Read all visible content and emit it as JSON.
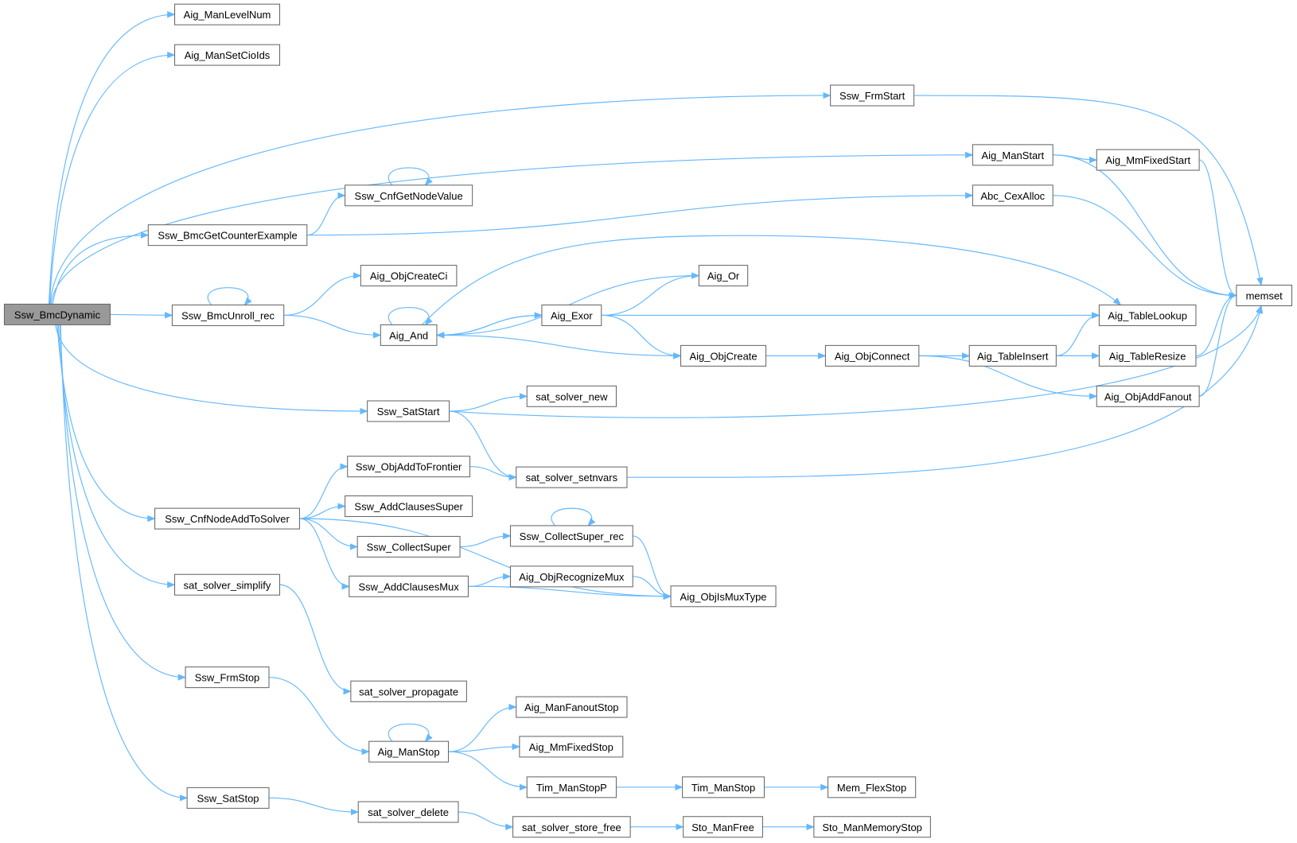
{
  "title": "Ssw_BmcDynamic call graph",
  "colors": {
    "edge": "#63B8FF",
    "root_fill": "#999999",
    "node_border": "#666666"
  },
  "nodes": [
    {
      "id": "root",
      "label": "Ssw_BmcDynamic",
      "root": true
    },
    {
      "id": "levelnum",
      "label": "Aig_ManLevelNum"
    },
    {
      "id": "setcioids",
      "label": "Aig_ManSetCioIds"
    },
    {
      "id": "frmstart",
      "label": "Ssw_FrmStart"
    },
    {
      "id": "manstart",
      "label": "Aig_ManStart"
    },
    {
      "id": "mmfixedstart",
      "label": "Aig_MmFixedStart"
    },
    {
      "id": "cnfgetnodevalue",
      "label": "Ssw_CnfGetNodeValue"
    },
    {
      "id": "cexalloc",
      "label": "Abc_CexAlloc"
    },
    {
      "id": "getcex",
      "label": "Ssw_BmcGetCounterExample"
    },
    {
      "id": "objcreateci",
      "label": "Aig_ObjCreateCi"
    },
    {
      "id": "or",
      "label": "Aig_Or"
    },
    {
      "id": "memset",
      "label": "memset"
    },
    {
      "id": "unroll",
      "label": "Ssw_BmcUnroll_rec"
    },
    {
      "id": "exor",
      "label": "Aig_Exor"
    },
    {
      "id": "tablelookup",
      "label": "Aig_TableLookup"
    },
    {
      "id": "and",
      "label": "Aig_And"
    },
    {
      "id": "objcreate",
      "label": "Aig_ObjCreate"
    },
    {
      "id": "objconnect",
      "label": "Aig_ObjConnect"
    },
    {
      "id": "tableinsert",
      "label": "Aig_TableInsert"
    },
    {
      "id": "tableresize",
      "label": "Aig_TableResize"
    },
    {
      "id": "satnew",
      "label": "sat_solver_new"
    },
    {
      "id": "addfanout",
      "label": "Aig_ObjAddFanout"
    },
    {
      "id": "satstart",
      "label": "Ssw_SatStart"
    },
    {
      "id": "frontier",
      "label": "Ssw_ObjAddToFrontier"
    },
    {
      "id": "setnvars",
      "label": "sat_solver_setnvars"
    },
    {
      "id": "clsuper",
      "label": "Ssw_AddClausesSuper"
    },
    {
      "id": "cnfnode",
      "label": "Ssw_CnfNodeAddToSolver"
    },
    {
      "id": "collectrec",
      "label": "Ssw_CollectSuper_rec"
    },
    {
      "id": "collect",
      "label": "Ssw_CollectSuper"
    },
    {
      "id": "recmux",
      "label": "Aig_ObjRecognizeMux"
    },
    {
      "id": "clmux",
      "label": "Ssw_AddClausesMux"
    },
    {
      "id": "simplify",
      "label": "sat_solver_simplify"
    },
    {
      "id": "ismux",
      "label": "Aig_ObjIsMuxType"
    },
    {
      "id": "frmstop",
      "label": "Ssw_FrmStop"
    },
    {
      "id": "propagate",
      "label": "sat_solver_propagate"
    },
    {
      "id": "fanoutstop",
      "label": "Aig_ManFanoutStop"
    },
    {
      "id": "manstop",
      "label": "Aig_ManStop"
    },
    {
      "id": "mmfixedstop",
      "label": "Aig_MmFixedStop"
    },
    {
      "id": "timstopp",
      "label": "Tim_ManStopP"
    },
    {
      "id": "timstop",
      "label": "Tim_ManStop"
    },
    {
      "id": "memflex",
      "label": "Mem_FlexStop"
    },
    {
      "id": "satstop",
      "label": "Ssw_SatStop"
    },
    {
      "id": "satdelete",
      "label": "sat_solver_delete"
    },
    {
      "id": "storefree",
      "label": "sat_solver_store_free"
    },
    {
      "id": "stomanfree",
      "label": "Sto_ManFree"
    },
    {
      "id": "stomemstop",
      "label": "Sto_ManMemoryStop"
    }
  ],
  "edges": [
    [
      "root",
      "levelnum"
    ],
    [
      "root",
      "setcioids"
    ],
    [
      "root",
      "frmstart"
    ],
    [
      "root",
      "manstart"
    ],
    [
      "root",
      "getcex"
    ],
    [
      "root",
      "unroll"
    ],
    [
      "root",
      "satstart"
    ],
    [
      "root",
      "cnfnode"
    ],
    [
      "root",
      "simplify"
    ],
    [
      "root",
      "frmstop"
    ],
    [
      "root",
      "satstop"
    ],
    [
      "frmstart",
      "memset"
    ],
    [
      "manstart",
      "mmfixedstart"
    ],
    [
      "manstart",
      "memset"
    ],
    [
      "mmfixedstart",
      "memset"
    ],
    [
      "cexalloc",
      "memset"
    ],
    [
      "getcex",
      "cnfgetnodevalue"
    ],
    [
      "getcex",
      "cexalloc"
    ],
    [
      "cnfgetnodevalue",
      "cnfgetnodevalue"
    ],
    [
      "unroll",
      "unroll"
    ],
    [
      "unroll",
      "objcreateci"
    ],
    [
      "unroll",
      "and"
    ],
    [
      "and",
      "and"
    ],
    [
      "and",
      "exor"
    ],
    [
      "and",
      "objcreate"
    ],
    [
      "and",
      "tablelookup"
    ],
    [
      "or",
      "and"
    ],
    [
      "exor",
      "and"
    ],
    [
      "exor",
      "or"
    ],
    [
      "exor",
      "tablelookup"
    ],
    [
      "exor",
      "objcreate"
    ],
    [
      "objcreate",
      "objconnect"
    ],
    [
      "objconnect",
      "tableinsert"
    ],
    [
      "objconnect",
      "addfanout"
    ],
    [
      "tableinsert",
      "tablelookup"
    ],
    [
      "tableinsert",
      "tableresize"
    ],
    [
      "tableresize",
      "memset"
    ],
    [
      "addfanout",
      "memset"
    ],
    [
      "satstart",
      "satnew"
    ],
    [
      "satstart",
      "setnvars"
    ],
    [
      "satstart",
      "memset"
    ],
    [
      "frontier",
      "setnvars"
    ],
    [
      "setnvars",
      "memset"
    ],
    [
      "cnfnode",
      "frontier"
    ],
    [
      "cnfnode",
      "clsuper"
    ],
    [
      "cnfnode",
      "collect"
    ],
    [
      "cnfnode",
      "clmux"
    ],
    [
      "cnfnode",
      "ismux"
    ],
    [
      "collect",
      "collectrec"
    ],
    [
      "collectrec",
      "collectrec"
    ],
    [
      "collectrec",
      "ismux"
    ],
    [
      "clmux",
      "recmux"
    ],
    [
      "clmux",
      "ismux"
    ],
    [
      "recmux",
      "ismux"
    ],
    [
      "simplify",
      "propagate"
    ],
    [
      "frmstop",
      "manstop"
    ],
    [
      "manstop",
      "manstop"
    ],
    [
      "manstop",
      "fanoutstop"
    ],
    [
      "manstop",
      "mmfixedstop"
    ],
    [
      "manstop",
      "timstopp"
    ],
    [
      "timstopp",
      "timstop"
    ],
    [
      "timstop",
      "memflex"
    ],
    [
      "satstop",
      "satdelete"
    ],
    [
      "satdelete",
      "storefree"
    ],
    [
      "storefree",
      "stomanfree"
    ],
    [
      "stomanfree",
      "stomemstop"
    ]
  ]
}
